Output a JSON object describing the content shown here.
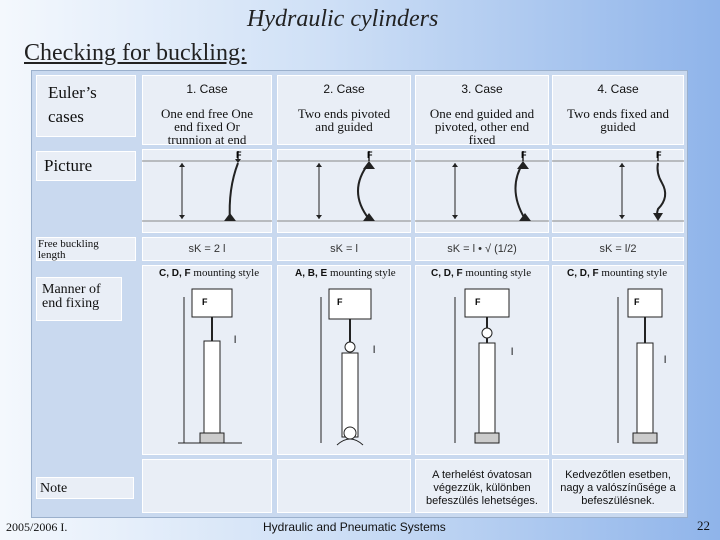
{
  "slide": {
    "title": "Hydraulic cylinders",
    "subtitle": "Checking for buckling:",
    "footer_left": "2005/2006 I.",
    "footer_center": "Hydraulic and Pneumatic Systems",
    "page_number": "22"
  },
  "table": {
    "row_labels": {
      "cases": "Euler’s cases",
      "picture": "Picture",
      "free_buckling": "Free buckling length",
      "manner": "Manner of end fixing",
      "note": "Note"
    },
    "mounting_suffix": "mounting style",
    "cases": [
      {
        "header": "1. Case",
        "description": "One end free One end fixed Or trunnion at end",
        "formula": "sK = 2 l",
        "mounting_codes": "C, D, F",
        "note": ""
      },
      {
        "header": "2. Case",
        "description": "Two ends pivoted and guided",
        "formula": "sK = l",
        "mounting_codes": "A, B, E",
        "note": ""
      },
      {
        "header": "3. Case",
        "description": "One end guided and pivoted, other end fixed",
        "formula": "sK = l • √ (1/2)",
        "mounting_codes": "C, D, F",
        "note": "A terhelést óvatosan végezzük, különben befeszülés lehetséges."
      },
      {
        "header": "4. Case",
        "description": "Two ends fixed and guided",
        "formula": "sK = l/2",
        "mounting_codes": "C, D, F",
        "note": "Kedvezőtlen esetben, nagy a valószínűsége a befeszülésnek."
      }
    ]
  },
  "colors": {
    "accent_red": "#c0342c",
    "frame": "#c9d9ef"
  }
}
